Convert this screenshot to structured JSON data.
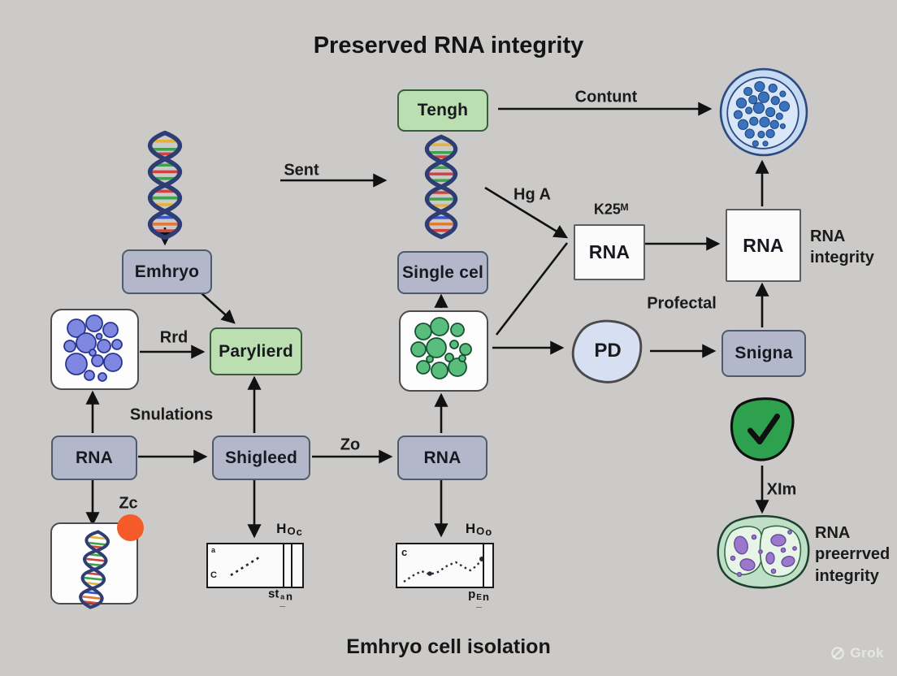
{
  "title": "Preserved RNA integrity",
  "subtitle": "Emhryo cell isolation",
  "watermark": "Grok",
  "nodes": {
    "tengh": "Tengh",
    "emhryo": "Emhryo",
    "parylierd": "Parylierd",
    "single_cel": "Single cel",
    "rna_left": "RNA",
    "shigleed": "Shigleed",
    "rna_center": "RNA",
    "rna_sample": "RNA",
    "rna_result": "RNA",
    "pd": "PD",
    "snigna": "Snigna"
  },
  "edge_labels": {
    "sent": "Sent",
    "contunt": "Contunt",
    "rrd": "Rrd",
    "snulations": "Snulations",
    "zo": "Zo",
    "hg_a": "Hg A",
    "k25": "K25ᴹ",
    "profectal": "Profectal",
    "xim": "XIm",
    "zc": "Zc"
  },
  "annotations": {
    "rna_integrity": "RNA\nintegrity",
    "rna_preserved": "RNA\npreerrved\nintegrity"
  },
  "gels": {
    "gel1": {
      "corner_top": "a",
      "corner_bottom": "C",
      "top_label": {
        "left": "H",
        "sup": "O",
        "under": "_",
        "right": "c"
      },
      "bottom_label": {
        "left": "st",
        "sup": "a",
        "under": "_",
        "right": "n"
      }
    },
    "gel2": {
      "corner_top": "c",
      "top_label": {
        "left": "H",
        "sup": "O",
        "under": "_",
        "right": "o"
      },
      "bottom_label": {
        "left": "p",
        "sup": "E",
        "under": "_",
        "right": "n"
      }
    }
  },
  "colors": {
    "background": "#cbcac8",
    "node_gray": "#b2b8ca",
    "node_green": "#bcdfb2",
    "arrow": "#111111",
    "blastocyst_fill": "#c7daf4",
    "blastocyst_dot": "#3a72bd",
    "cells_left_dot": "#7e88e0",
    "cells_center_dot": "#58bd7d",
    "pd_fill": "#d7dff2",
    "check_fill": "#2da14e",
    "orange_dot": "#f45b28",
    "cell_outer": "#bfe0c6",
    "nucleus": "#9a79cd"
  }
}
